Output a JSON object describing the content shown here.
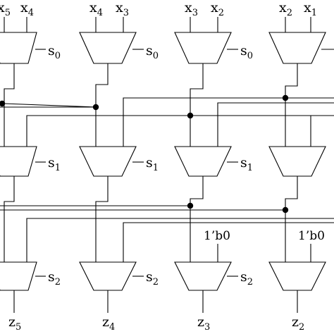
{
  "inputs": {
    "c0_left": {
      "base": "x",
      "sub": "5"
    },
    "c0_right": {
      "base": "x",
      "sub": "4"
    },
    "c1_left": {
      "base": "x",
      "sub": "4"
    },
    "c1_right": {
      "base": "x",
      "sub": "3"
    },
    "c2_left": {
      "base": "x",
      "sub": "3"
    },
    "c2_right": {
      "base": "x",
      "sub": "2"
    },
    "c3_left": {
      "base": "x",
      "sub": "2"
    },
    "c3_right": {
      "base": "x",
      "sub": "1"
    }
  },
  "selects": {
    "stage0": {
      "base": "s",
      "sub": "0"
    },
    "stage1": {
      "base": "s",
      "sub": "1"
    },
    "stage2": {
      "base": "s",
      "sub": "2"
    }
  },
  "constants": {
    "c2": "1’b0",
    "c3": "1’b0"
  },
  "outputs": {
    "c0": {
      "base": "z",
      "sub": "5"
    },
    "c1": {
      "base": "z",
      "sub": "4"
    },
    "c2": {
      "base": "z",
      "sub": "3"
    },
    "c3": {
      "base": "z",
      "sub": "2"
    }
  }
}
